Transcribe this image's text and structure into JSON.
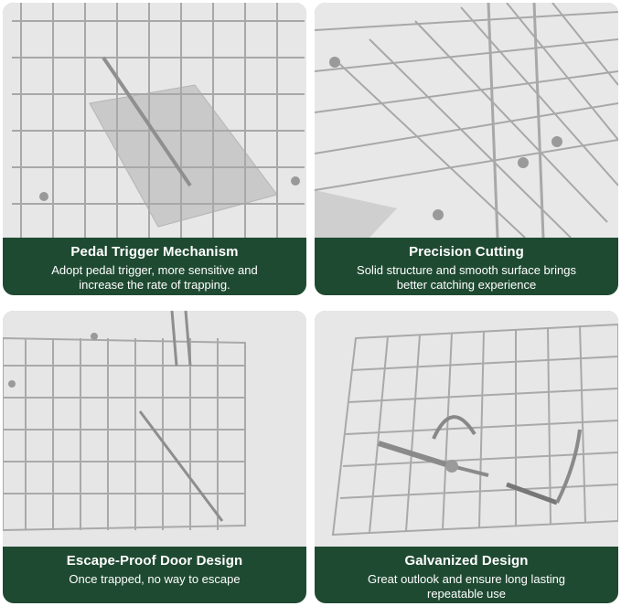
{
  "panels": [
    {
      "title": "Pedal Trigger Mechanism",
      "desc_line1": "Adopt pedal trigger, more sensitive and",
      "desc_line2": "increase the rate of trapping."
    },
    {
      "title": "Precision Cutting",
      "desc_line1": "Solid structure and smooth surface brings",
      "desc_line2": "better catching experience"
    },
    {
      "title": "Escape-Proof Door Design",
      "desc_line1": "Once trapped, no way to escape",
      "desc_line2": ""
    },
    {
      "title": "Galvanized Design",
      "desc_line1": "Great outlook and ensure long lasting",
      "desc_line2": "repeatable use"
    }
  ],
  "colors": {
    "caption_bg": "#1f4a32",
    "caption_text": "#ffffff",
    "photo_bg": "#e6e6e6",
    "wire": "#a9a9a9"
  }
}
